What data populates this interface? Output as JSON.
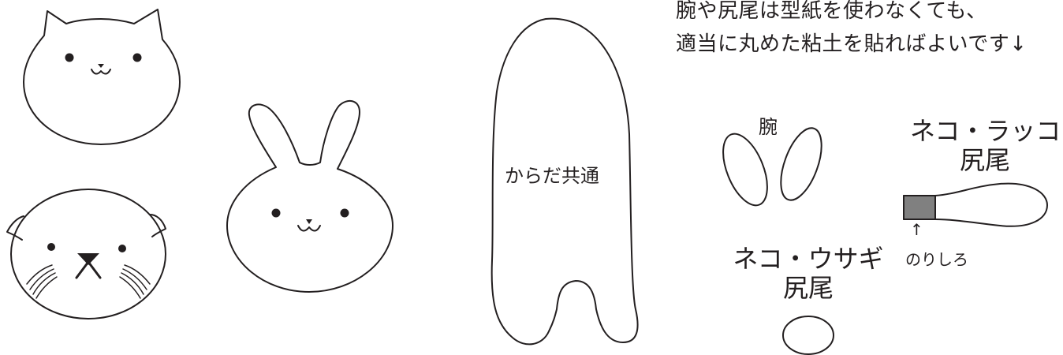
{
  "notes": {
    "line1": "腕や尻尾は型紙を使わなくても、",
    "line2": "適当に丸めた粘土を貼ればよいです↓"
  },
  "body_label": "からだ共通",
  "arm_label": "腕",
  "tail_long": {
    "line1": "ネコ・ラッコ",
    "line2": "尻尾"
  },
  "tail_round": {
    "line1": "ネコ・ウサギ",
    "line2": "尻尾"
  },
  "glue": {
    "arrow": "↑",
    "label": "のりしろ"
  },
  "colors": {
    "stroke": "#231f20",
    "glue_fill": "#808080",
    "background": "#ffffff"
  }
}
